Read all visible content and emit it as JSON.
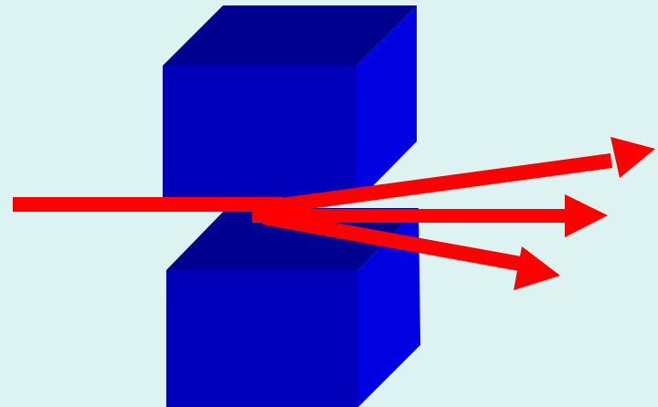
{
  "colors": {
    "background": "#ddf3f1",
    "cube_front": "#0000bb",
    "cube_top": "#000090",
    "cube_side": "#0000e0",
    "beam": "#ff0000"
  },
  "cubes": [
    {
      "name": "upper-block"
    },
    {
      "name": "lower-block"
    }
  ],
  "beams": [
    {
      "name": "incident-beam"
    },
    {
      "name": "deflected-beam-up"
    },
    {
      "name": "undeflected-beam"
    },
    {
      "name": "deflected-beam-down"
    }
  ]
}
